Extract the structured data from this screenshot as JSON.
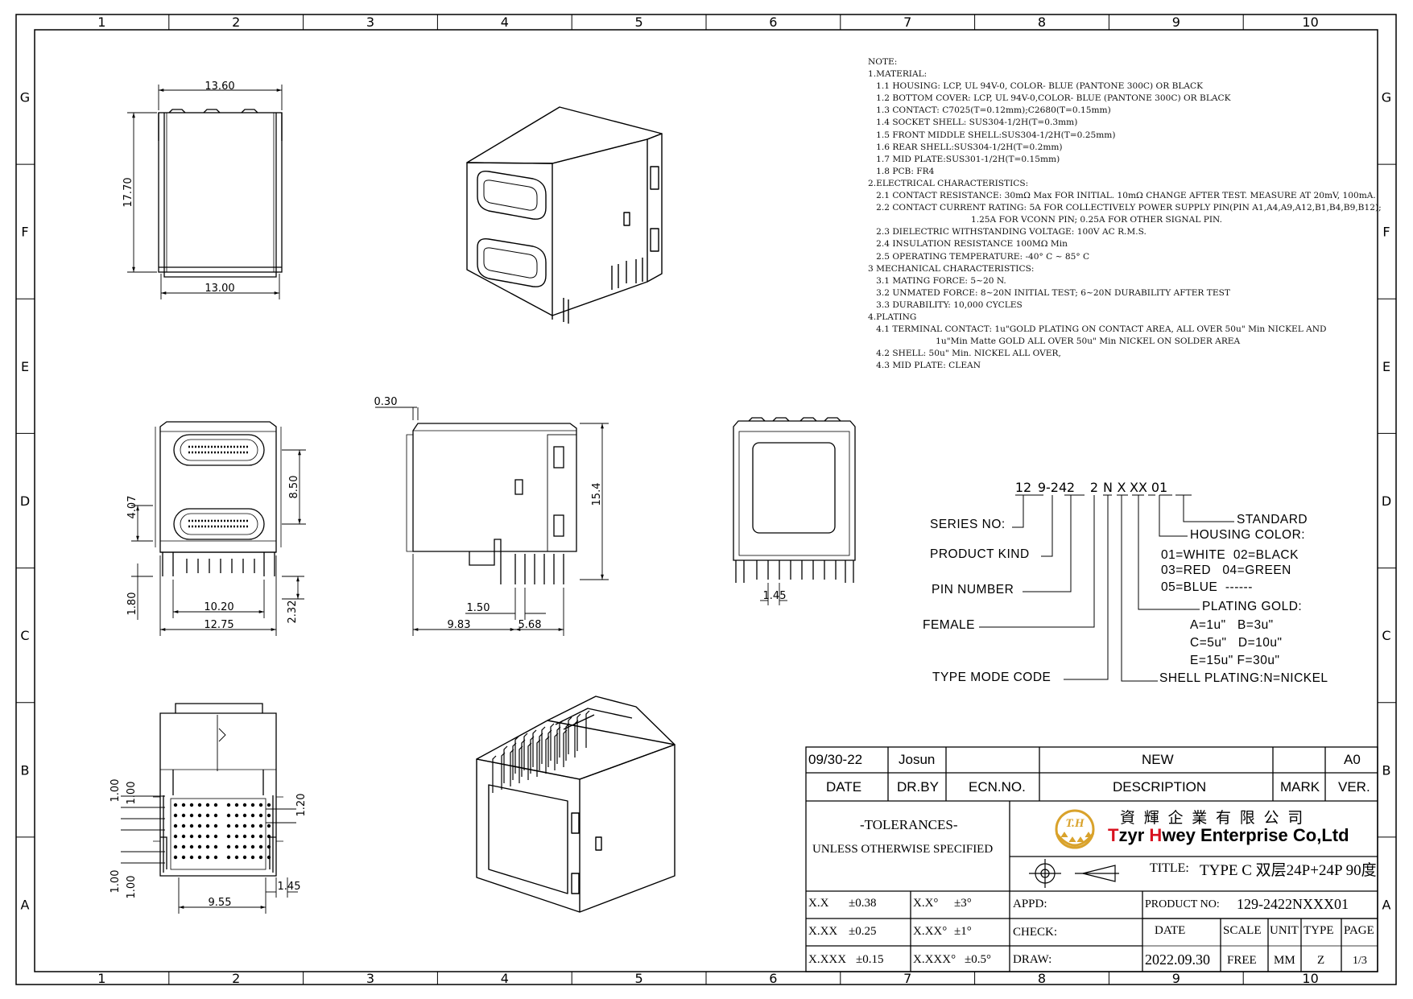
{
  "frame": {
    "columns": [
      "1",
      "2",
      "3",
      "4",
      "5",
      "6",
      "7",
      "8",
      "9",
      "10"
    ],
    "rows": [
      "G",
      "F",
      "E",
      "D",
      "C",
      "B",
      "A"
    ]
  },
  "dimensions": {
    "top_width": "13.60",
    "top_inner": "13.00",
    "top_height": "17.70",
    "front_pitch": "8.50",
    "front_port": "4.07",
    "front_pin_offset": "1.80",
    "front_pin_len": "2.32",
    "front_pin_span": "10.20",
    "front_total": "12.75",
    "side_gap": "0.30",
    "side_height": "15.4",
    "side_pitch": "1.50",
    "side_left": "9.83",
    "side_right": "5.68",
    "rear_pin": "1.45",
    "bot_a": "1.00",
    "bot_b": "1.00",
    "bot_c": "1.00",
    "bot_d": "1.00",
    "bot_e": "1.20",
    "bot_f": "1.45",
    "bot_w": "9.55"
  },
  "notes": [
    "NOTE:",
    "1.MATERIAL:",
    "   1.1 HOUSING: LCP, UL 94V-0, COLOR- BLUE (PANTONE 300C) OR BLACK",
    "   1.2 BOTTOM COVER: LCP, UL 94V-0,COLOR- BLUE (PANTONE 300C) OR BLACK",
    "   1.3 CONTACT: C7025(T=0.12mm);C2680(T=0.15mm)",
    "   1.4 SOCKET SHELL: SUS304-1/2H(T=0.3mm)",
    "   1.5 FRONT MIDDLE SHELL:SUS304-1/2H(T=0.25mm)",
    "   1.6 REAR SHELL:SUS304-1/2H(T=0.2mm)",
    "   1.7 MID PLATE:SUS301-1/2H(T=0.15mm)",
    "   1.8 PCB: FR4",
    "2.ELECTRICAL CHARACTERISTICS:",
    "   2.1 CONTACT RESISTANCE: 30mΩ Max FOR INITIAL. 10mΩ CHANGE AFTER TEST. MEASURE AT 20mV, 100mA.",
    "   2.2 CONTACT CURRENT RATING: 5A FOR COLLECTIVELY POWER SUPPLY PIN(PIN A1,A4,A9,A12,B1,B4,B9,B12);",
    "                                      1.25A FOR VCONN PIN; 0.25A FOR OTHER SIGNAL PIN.",
    "   2.3 DIELECTRIC WITHSTANDING VOLTAGE: 100V AC R.M.S.",
    "   2.4 INSULATION RESISTANCE 100MΩ Min",
    "   2.5 OPERATING TEMPERATURE: -40° C ~ 85° C",
    "3 MECHANICAL CHARACTERISTICS:",
    "   3.1 MATING FORCE: 5~20 N.",
    "   3.2 UNMATED FORCE: 8~20N INITIAL TEST; 6~20N DURABILITY AFTER TEST",
    "   3.3 DURABILITY: 10,000 CYCLES",
    "4.PLATING",
    "   4.1 TERMINAL CONTACT: 1u\"GOLD PLATING ON CONTACT AREA, ALL OVER 50u\" Min NICKEL AND",
    "                         1u\"Min Matte GOLD ALL OVER 50u\" Min NICKEL ON SOLDER AREA",
    "   4.2 SHELL: 50u\" Min. NICKEL ALL OVER,",
    "   4.3 MID PLATE: CLEAN"
  ],
  "part_code": {
    "segments": [
      "12",
      "9-24",
      "2",
      "2",
      "N",
      "X",
      "XX",
      "01"
    ],
    "series": "SERIES NO:",
    "kind": "PRODUCT KIND",
    "pin": "PIN NUMBER",
    "female": "FEMALE",
    "type_mode": "TYPE MODE CODE",
    "standard": "STANDARD",
    "housing": "HOUSING COLOR:",
    "colors1": "01=WHITE  02=BLACK",
    "colors2": "03=RED   04=GREEN",
    "colors3": "05=BLUE  ------",
    "plating": "PLATING GOLD:",
    "gold1": "A=1u\"   B=3u\"",
    "gold2": "C=5u\"   D=10u\"",
    "gold3": "E=15u\" F=30u\"",
    "shell": "SHELL PLATING:N=NICKEL"
  },
  "title_block": {
    "rev_date": "09/30-22",
    "rev_by": "Josun",
    "rev_desc": "NEW",
    "rev_ver": "A0",
    "h_date": "DATE",
    "h_drby": "DR.BY",
    "h_ecn": "ECN.NO.",
    "h_desc": "DESCRIPTION",
    "h_mark": "MARK",
    "h_ver": "VER.",
    "tolerances": "-TOLERANCES-",
    "unless": "UNLESS OTHERWISE SPECIFIED",
    "company_cn": "資 輝 企 業 有 限 公 司",
    "company_t": "T",
    "company_h": "H",
    "company_rest_1": "zyr ",
    "company_rest_2": "wey Enterprise Co,Ltd",
    "logo_text": "T.H",
    "title_label": "TITLE:",
    "title_value": "TYPE C 双层24P+24P 90度",
    "tol_xx1": "X.X",
    "tol_xv1": "±0.38",
    "tol_xa1": "X.X°",
    "tol_av1": "±3°",
    "tol_xx2": "X.XX",
    "tol_xv2": "±0.25",
    "tol_xa2": "X.XX°",
    "tol_av2": "±1°",
    "tol_xx3": "X.XXX",
    "tol_xv3": "±0.15",
    "tol_xa3": "X.XXX°",
    "tol_av3": "±0.5°",
    "appd": "APPD:",
    "check": "CHECK:",
    "draw": "DRAW:",
    "product_no_label": "PRODUCT NO:",
    "product_no": "129-2422NXXX01",
    "h_date2": "DATE",
    "h_scale": "SCALE",
    "h_unit": "UNIT",
    "h_type": "TYPE",
    "h_page": "PAGE",
    "date": "2022.09.30",
    "scale": "FREE",
    "unit": "MM",
    "type": "Z",
    "page": "1/3"
  },
  "colors": {
    "line": "#000000",
    "logo": "#d9a22b",
    "company_red": "#d8121f"
  }
}
